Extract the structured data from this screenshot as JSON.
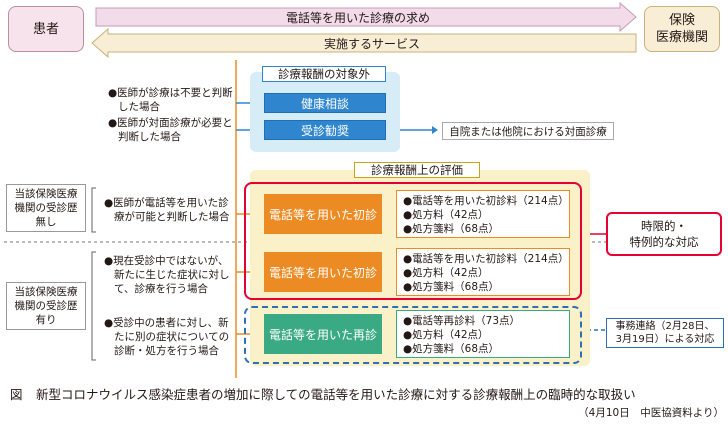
{
  "parties": {
    "patient": "患者",
    "insurer": "保険\n医療機関"
  },
  "top_arrows": {
    "request": "電話等を用いた診療の求め",
    "service": "実施するサービス"
  },
  "not_covered": {
    "title": "診療報酬の対象外",
    "health_consult": "健康相談",
    "visit_recommend": "受診勧奨",
    "notes": [
      "●医師が診療は不要と判断\nした場合",
      "●医師が対面診療が必要と\n判断した場合"
    ],
    "referral": "自院または他院における対面診療"
  },
  "covered": {
    "title": "診療報酬上の評価"
  },
  "history": {
    "none": "当該保険医療\n機関の受診歴\n無し",
    "has": "当該保険医療\n機関の受診歴\n有り"
  },
  "cases": [
    {
      "condition": "●医師が電話等を用いた診\n療が可能と判断した場合",
      "action": "電話等を用いた初診",
      "fees": [
        "●電話等を用いた初診料（214点）",
        "●処方料（42点）",
        "●処方箋料（68点）"
      ]
    },
    {
      "condition": "●現在受診中ではないが、\n新たに生じた症状に対し\nて、診療を行う場合",
      "action": "電話等を用いた初診",
      "fees": [
        "●電話等を用いた初診料（214点）",
        "●処方料（42点）",
        "●処方箋料（68点）"
      ]
    },
    {
      "condition": "●受診中の患者に対し、新\nたに別の症状についての\n診断・処方を行う場合",
      "action": "電話等を用いた再診",
      "fees": [
        "●電話等再診料（73点）",
        "●処方料（42点）",
        "●処方箋料（68点）"
      ]
    }
  ],
  "temporary_label": "時限的・\n特例的な対応",
  "notice_label": "事務連絡（2月28日、\n3月19日）による対応",
  "caption": {
    "figure": "図",
    "title": "新型コロナウイルス感染症患者の増加に際しての電話等を用いた診療に対する診療報酬上の臨時的な取扱い",
    "source": "（4月10日　中医協資料より）"
  },
  "colors": {
    "orange": "#ec8b23",
    "blue": "#2f86cf",
    "green": "#3aaa85",
    "red": "#e60033",
    "pink": "#f7e3ec"
  }
}
